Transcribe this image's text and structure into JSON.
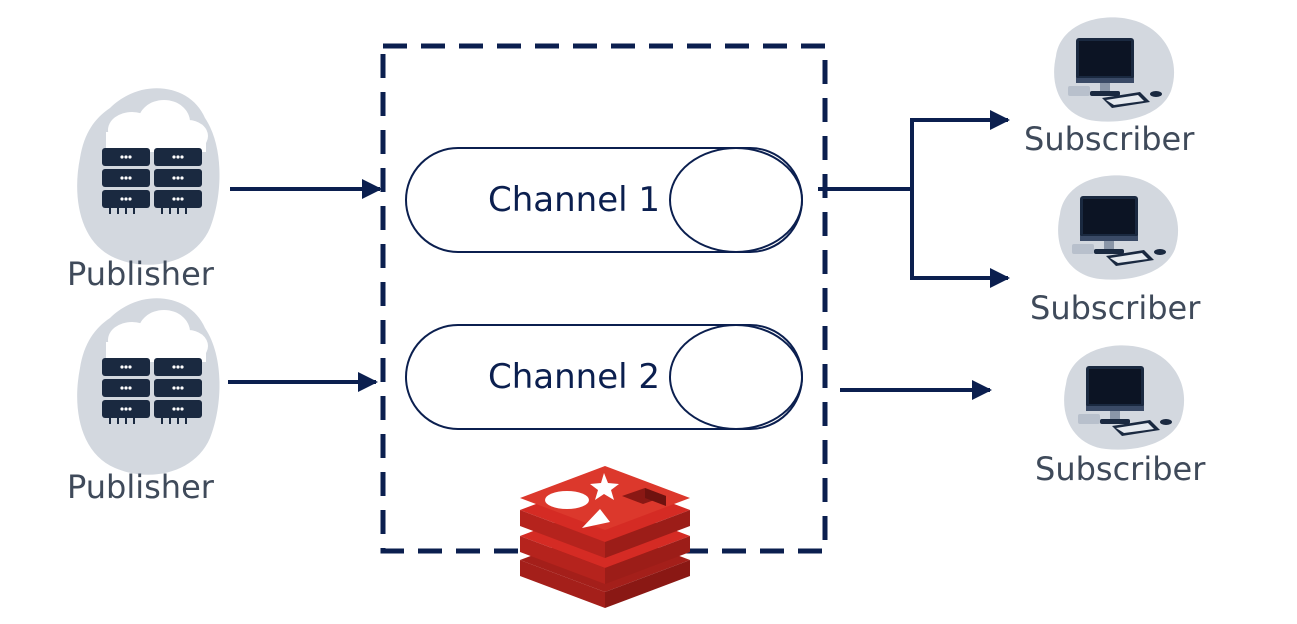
{
  "publishers": [
    {
      "label": "Publisher"
    },
    {
      "label": "Publisher"
    }
  ],
  "channels": [
    {
      "label": "Channel 1"
    },
    {
      "label": "Channel 2"
    }
  ],
  "subscribers": [
    {
      "label": "Subscriber"
    },
    {
      "label": "Subscriber"
    },
    {
      "label": "Subscriber"
    }
  ],
  "colors": {
    "navy": "#0b1f4f",
    "label_gray": "#3f4a5a",
    "blob_gray": "#d3d8df",
    "server_dark": "#1a2940",
    "redis_red": "#d52b24",
    "redis_dark": "#a41f1a"
  },
  "icons": {
    "publisher": "cloud-server-icon",
    "subscriber": "desktop-computer-icon",
    "broker": "redis-logo"
  }
}
